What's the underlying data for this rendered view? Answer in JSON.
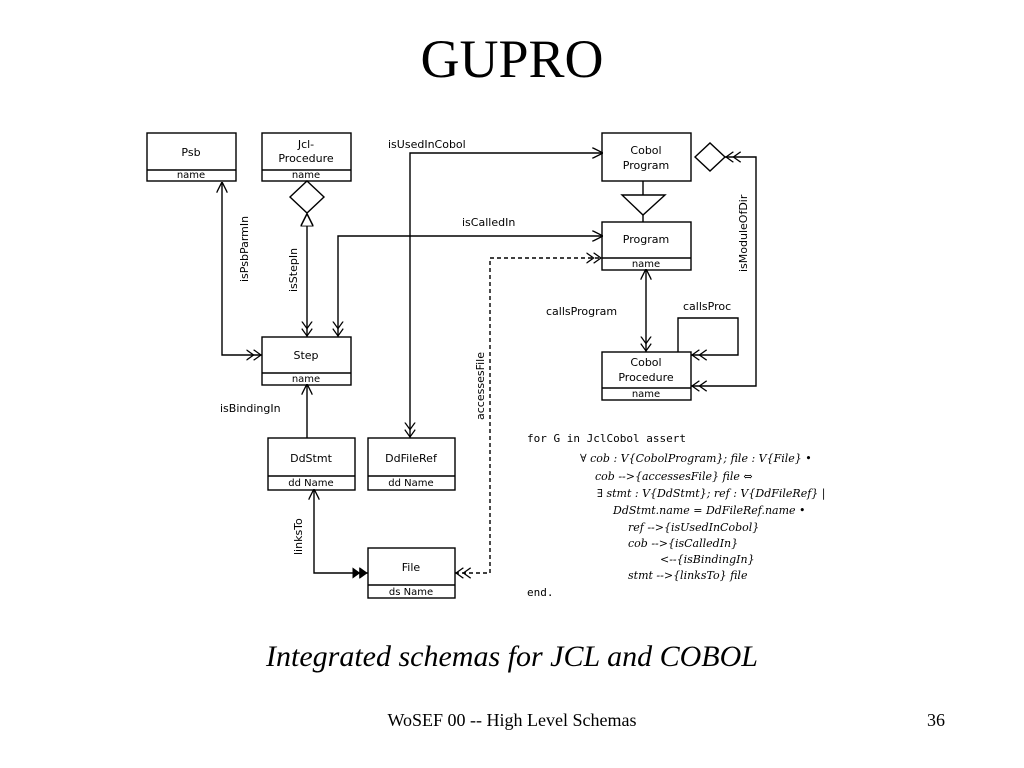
{
  "slide": {
    "title": "GUPRO",
    "caption": "Integrated schemas for JCL and COBOL",
    "footer": "WoSEF 00 -- High Level Schemas",
    "page_number": "36"
  },
  "classes": {
    "psb": {
      "name": "Psb",
      "attr": "name"
    },
    "jcl_procedure": {
      "name_line1": "Jcl-",
      "name_line2": "Procedure",
      "attr": "name"
    },
    "cobol_program": {
      "name_line1": "Cobol",
      "name_line2": "Program"
    },
    "program": {
      "name": "Program",
      "attr": "name"
    },
    "step": {
      "name": "Step",
      "attr": "name"
    },
    "cobol_procedure": {
      "name_line1": "Cobol",
      "name_line2": "Procedure",
      "attr": "name"
    },
    "ddstmt": {
      "name": "DdStmt",
      "attr": "dd Name"
    },
    "ddfileref": {
      "name": "DdFileRef",
      "attr": "dd Name"
    },
    "file": {
      "name": "File",
      "attr": "ds Name"
    }
  },
  "relations": {
    "is_psb_parm_in": "isPsbParmIn",
    "is_step_in": "isStepIn",
    "is_used_in_cobol": "isUsedInCobol",
    "is_called_in": "isCalledIn",
    "is_module_of_dir": "isModuleOfDir",
    "calls_program": "callsProgram",
    "calls_proc": "callsProc",
    "is_binding_in": "isBindingIn",
    "accesses_file": "accessesFile",
    "links_to": "linksTo"
  },
  "constraint": {
    "lines": [
      "for G in JclCobol assert",
      "∀ cob : V{CobolProgram}; file : V{File} •",
      "cob -->{accessesFile} file ⇔",
      "∃ stmt : V{DdStmt}; ref : V{DdFileRef} |",
      "DdStmt.name = DdFileRef.name •",
      "ref -->{isUsedInCobol}",
      "cob -->{isCalledIn}",
      "<--{isBindingIn}",
      "stmt -->{linksTo} file",
      "end."
    ]
  }
}
